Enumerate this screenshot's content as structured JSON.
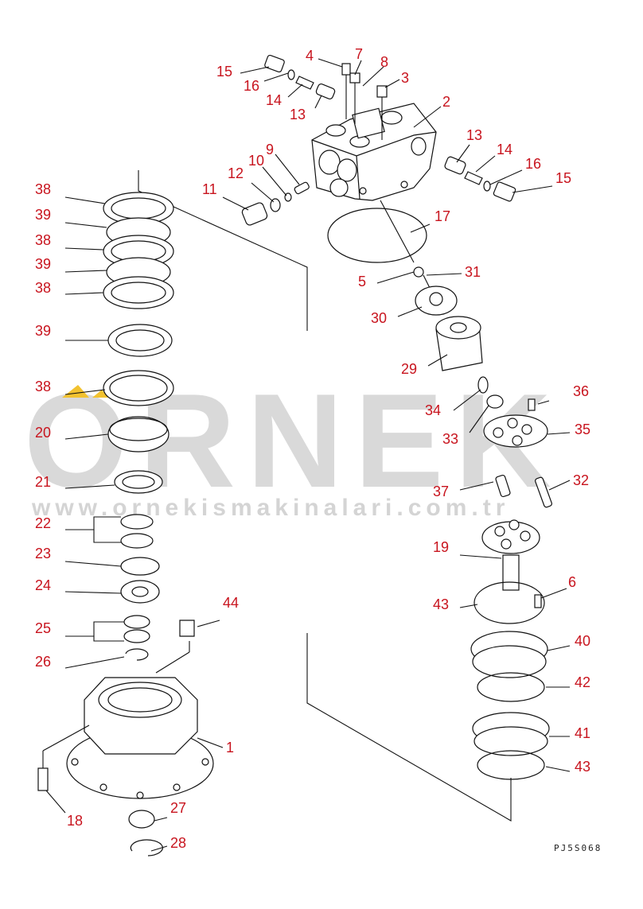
{
  "watermark": {
    "brand": "ORNEK",
    "url": "www.ornekismakinalari.com.tr",
    "accent": "#f2c230"
  },
  "drawing_code": "PJ5S068",
  "callouts": {
    "p15a": "15",
    "p16a": "16",
    "p14a": "14",
    "p13a": "13",
    "p4": "4",
    "p7": "7",
    "p8": "8",
    "p3": "3",
    "p2": "2",
    "p13b": "13",
    "p14b": "14",
    "p16b": "16",
    "p15b": "15",
    "p9": "9",
    "p10": "10",
    "p12": "12",
    "p11": "11",
    "p17": "17",
    "p5": "5",
    "p31": "31",
    "p30": "30",
    "p29": "29",
    "p38a": "38",
    "p39a": "39",
    "p38b": "38",
    "p39b": "39",
    "p38c": "38",
    "p39c": "39",
    "p38d": "38",
    "p20": "20",
    "p21": "21",
    "p22": "22",
    "p23": "23",
    "p24": "24",
    "p25": "25",
    "p26": "26",
    "p44": "44",
    "p1": "1",
    "p18": "18",
    "p27": "27",
    "p28": "28",
    "p34": "34",
    "p36": "36",
    "p33": "33",
    "p35": "35",
    "p37": "37",
    "p32": "32",
    "p19": "19",
    "p43a": "43",
    "p6": "6",
    "p40": "40",
    "p42": "42",
    "p41": "41",
    "p43b": "43"
  }
}
